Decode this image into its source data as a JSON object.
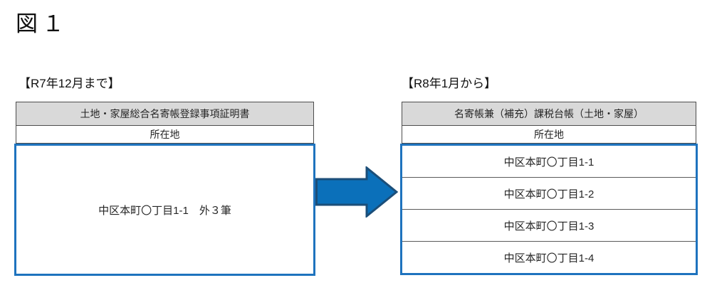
{
  "figure_title": "図１",
  "before": {
    "label": "【R7年12月まで】",
    "header": "土地・家屋総合名寄帳登録事項証明書",
    "subheader": "所在地",
    "content": "中区本町〇丁目1-1　外３筆"
  },
  "after": {
    "label": "【R8年1月から】",
    "header": "名寄帳兼（補充）課税台帳（土地・家屋）",
    "subheader": "所在地",
    "rows": [
      "中区本町〇丁目1-1",
      "中区本町〇丁目1-2",
      "中区本町〇丁目1-3",
      "中区本町〇丁目1-4"
    ]
  },
  "arrow": {
    "direction": "right",
    "fill": "#0b70ba",
    "outline": "#1b4e79"
  },
  "colors": {
    "box_border_blue": "#1e73be",
    "header_gray": "#d9d9d9",
    "table_line_gray": "#4d4d4d",
    "row_divider_gray": "#595959",
    "text_dark": "#262626"
  }
}
